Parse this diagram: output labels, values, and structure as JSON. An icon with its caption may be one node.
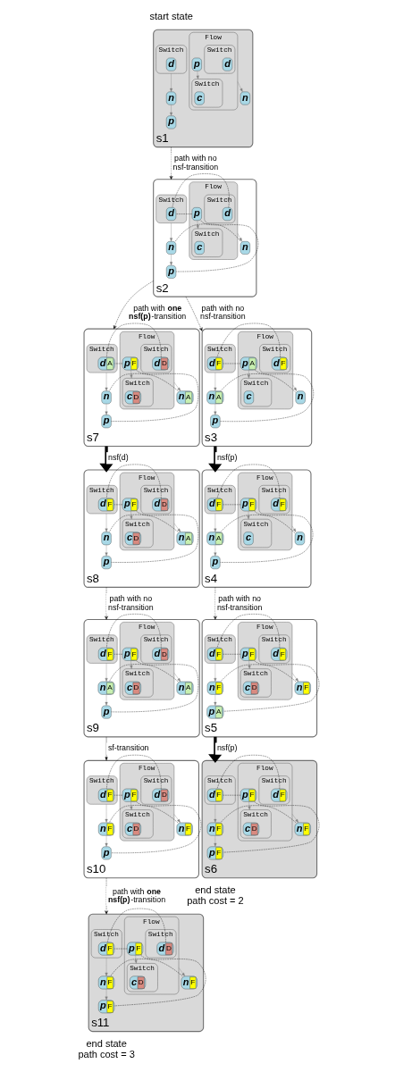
{
  "diagram": {
    "nodes": [
      {
        "text": [
          "s1"
        ],
        "beside": [
          "start state"
        ]
      },
      {
        "text": [
          "Flow"
        ],
        "in": 0
      },
      {
        "text": [
          "Switch"
        ],
        "in": 1
      },
      {
        "text": [
          "d"
        ],
        "in": 2
      },
      {
        "text": [
          "p"
        ],
        "in": 1
      },
      {
        "text": [
          "Switch"
        ],
        "in": 1
      },
      {
        "text": [
          "c"
        ],
        "in": 5
      },
      {
        "text": [
          "n"
        ],
        "in": 0
      },
      {
        "text": [
          "Switch"
        ],
        "in": 0
      },
      {
        "text": [
          "d"
        ],
        "in": 8
      },
      {
        "text": [
          "n"
        ],
        "in": 0
      },
      {
        "text": [
          "p"
        ],
        "in": 0
      },
      {
        "text": [
          "s2"
        ]
      },
      {
        "text": [
          "Flow"
        ],
        "in": 12
      },
      {
        "text": [
          "Switch"
        ],
        "in": 13
      },
      {
        "text": [
          "d"
        ],
        "in": 14
      },
      {
        "text": [
          "p"
        ],
        "in": 13
      },
      {
        "text": [
          "Switch"
        ],
        "in": 13
      },
      {
        "text": [
          "c"
        ],
        "in": 17
      },
      {
        "text": [
          "n"
        ],
        "in": 12
      },
      {
        "text": [
          "Switch"
        ],
        "in": 12
      },
      {
        "text": [
          "d"
        ],
        "in": 20
      },
      {
        "text": [
          "n"
        ],
        "in": 12
      },
      {
        "text": [
          "p"
        ],
        "in": 12
      },
      {
        "text": [
          "s7"
        ]
      },
      {
        "text": [
          "Flow"
        ],
        "in": 24
      },
      {
        "text": [
          "Switch"
        ],
        "in": 25
      },
      {
        "text": [
          "d",
          "D"
        ],
        "in": 26
      },
      {
        "text": [
          "p",
          "F"
        ],
        "in": 25
      },
      {
        "text": [
          "Switch"
        ],
        "in": 25
      },
      {
        "text": [
          "c",
          "D"
        ],
        "in": 29
      },
      {
        "text": [
          "n",
          "A"
        ],
        "in": 24
      },
      {
        "text": [
          "Switch"
        ],
        "in": 24
      },
      {
        "text": [
          "d",
          "A"
        ],
        "in": 32
      },
      {
        "text": [
          "n"
        ],
        "in": 24
      },
      {
        "text": [
          "p"
        ],
        "in": 24
      },
      {
        "text": [
          "s3"
        ]
      },
      {
        "text": [
          "Flow"
        ],
        "in": 36
      },
      {
        "text": [
          "Switch"
        ],
        "in": 37
      },
      {
        "text": [
          "d",
          "F"
        ],
        "in": 38
      },
      {
        "text": [
          "p",
          "A"
        ],
        "in": 37
      },
      {
        "text": [
          "Switch"
        ],
        "in": 37
      },
      {
        "text": [
          "c"
        ],
        "in": 41
      },
      {
        "text": [
          "n"
        ],
        "in": 36
      },
      {
        "text": [
          "Switch"
        ],
        "in": 36
      },
      {
        "text": [
          "d",
          "F"
        ],
        "in": 44
      },
      {
        "text": [
          "n",
          "A"
        ],
        "in": 36
      },
      {
        "text": [
          "p"
        ],
        "in": 36
      },
      {
        "text": [
          "s8"
        ]
      },
      {
        "text": [
          "Flow"
        ],
        "in": 48
      },
      {
        "text": [
          "Switch"
        ],
        "in": 49
      },
      {
        "text": [
          "d",
          "D"
        ],
        "in": 50
      },
      {
        "text": [
          "p",
          "F"
        ],
        "in": 49
      },
      {
        "text": [
          "Switch"
        ],
        "in": 49
      },
      {
        "text": [
          "c",
          "D"
        ],
        "in": 53
      },
      {
        "text": [
          "n",
          "A"
        ],
        "in": 48
      },
      {
        "text": [
          "Switch"
        ],
        "in": 48
      },
      {
        "text": [
          "d",
          "F"
        ],
        "in": 56
      },
      {
        "text": [
          "n"
        ],
        "in": 48
      },
      {
        "text": [
          "p"
        ],
        "in": 48
      },
      {
        "text": [
          "s4"
        ]
      },
      {
        "text": [
          "Flow"
        ],
        "in": 60
      },
      {
        "text": [
          "Switch"
        ],
        "in": 61
      },
      {
        "text": [
          "d",
          "F"
        ],
        "in": 62
      },
      {
        "text": [
          "p",
          "F"
        ],
        "in": 61
      },
      {
        "text": [
          "Switch"
        ],
        "in": 61
      },
      {
        "text": [
          "c"
        ],
        "in": 65
      },
      {
        "text": [
          "n"
        ],
        "in": 60
      },
      {
        "text": [
          "Switch"
        ],
        "in": 60
      },
      {
        "text": [
          "d",
          "F"
        ],
        "in": 68
      },
      {
        "text": [
          "n",
          "A"
        ],
        "in": 60
      },
      {
        "text": [
          "p"
        ],
        "in": 60
      },
      {
        "text": [
          "s9"
        ]
      },
      {
        "text": [
          "Flow"
        ],
        "in": 72
      },
      {
        "text": [
          "Switch"
        ],
        "in": 73
      },
      {
        "text": [
          "d",
          "D"
        ],
        "in": 74
      },
      {
        "text": [
          "p",
          "F"
        ],
        "in": 73
      },
      {
        "text": [
          "Switch"
        ],
        "in": 73
      },
      {
        "text": [
          "c",
          "D"
        ],
        "in": 77
      },
      {
        "text": [
          "n",
          "A"
        ],
        "in": 72
      },
      {
        "text": [
          "Switch"
        ],
        "in": 72
      },
      {
        "text": [
          "d",
          "F"
        ],
        "in": 80
      },
      {
        "text": [
          "n",
          "A"
        ],
        "in": 72
      },
      {
        "text": [
          "p"
        ],
        "in": 72
      },
      {
        "text": [
          "s5"
        ]
      },
      {
        "text": [
          "Flow"
        ],
        "in": 84
      },
      {
        "text": [
          "Switch"
        ],
        "in": 85
      },
      {
        "text": [
          "d",
          "F"
        ],
        "in": 86
      },
      {
        "text": [
          "p",
          "F"
        ],
        "in": 85
      },
      {
        "text": [
          "Switch"
        ],
        "in": 85
      },
      {
        "text": [
          "c",
          "D"
        ],
        "in": 89
      },
      {
        "text": [
          "n",
          "F"
        ],
        "in": 84
      },
      {
        "text": [
          "Switch"
        ],
        "in": 84
      },
      {
        "text": [
          "d",
          "F"
        ],
        "in": 92
      },
      {
        "text": [
          "n",
          "F"
        ],
        "in": 84
      },
      {
        "text": [
          "p",
          "A"
        ],
        "in": 84
      },
      {
        "text": [
          "s10"
        ]
      },
      {
        "text": [
          "Flow"
        ],
        "in": 96
      },
      {
        "text": [
          "Switch"
        ],
        "in": 97
      },
      {
        "text": [
          "d",
          "D"
        ],
        "in": 98
      },
      {
        "text": [
          "p",
          "F"
        ],
        "in": 97
      },
      {
        "text": [
          "Switch"
        ],
        "in": 97
      },
      {
        "text": [
          "c",
          "D"
        ],
        "in": 101
      },
      {
        "text": [
          "n",
          "F"
        ],
        "in": 96
      },
      {
        "text": [
          "Switch"
        ],
        "in": 96
      },
      {
        "text": [
          "d",
          "F"
        ],
        "in": 104
      },
      {
        "text": [
          "n",
          "F"
        ],
        "in": 96
      },
      {
        "text": [
          "p"
        ],
        "in": 96
      },
      {
        "text": [
          "s6"
        ],
        "beside": [
          "end state",
          "path cost = 2"
        ]
      },
      {
        "text": [
          "Flow"
        ],
        "in": 108
      },
      {
        "text": [
          "Switch"
        ],
        "in": 109
      },
      {
        "text": [
          "d",
          "F"
        ],
        "in": 110
      },
      {
        "text": [
          "p",
          "F"
        ],
        "in": 109
      },
      {
        "text": [
          "Switch"
        ],
        "in": 109
      },
      {
        "text": [
          "c",
          "D"
        ],
        "in": 113
      },
      {
        "text": [
          "n",
          "F"
        ],
        "in": 108
      },
      {
        "text": [
          "Switch"
        ],
        "in": 108
      },
      {
        "text": [
          "d",
          "F"
        ],
        "in": 116
      },
      {
        "text": [
          "n",
          "F"
        ],
        "in": 108
      },
      {
        "text": [
          "p",
          "F"
        ],
        "in": 108
      },
      {
        "text": [
          "s11"
        ],
        "beside": [
          "end state",
          "path cost = 3"
        ]
      },
      {
        "text": [
          "Flow"
        ],
        "in": 120
      },
      {
        "text": [
          "Switch"
        ],
        "in": 121
      },
      {
        "text": [
          "d",
          "D"
        ],
        "in": 122
      },
      {
        "text": [
          "p",
          "F"
        ],
        "in": 121
      },
      {
        "text": [
          "Switch"
        ],
        "in": 121
      },
      {
        "text": [
          "c",
          "D"
        ],
        "in": 125
      },
      {
        "text": [
          "n",
          "F"
        ],
        "in": 120
      },
      {
        "text": [
          "Switch"
        ],
        "in": 120
      },
      {
        "text": [
          "d",
          "F"
        ],
        "in": 128
      },
      {
        "text": [
          "n",
          "F"
        ],
        "in": 120
      },
      {
        "text": [
          "p",
          "F"
        ],
        "in": 120
      }
    ],
    "edges": [
      {
        "from": 4,
        "to": 5,
        "arrow": "to",
        "color": "#808080"
      },
      {
        "from": 1,
        "to": 7,
        "arrow": "to",
        "color": "#808080"
      },
      {
        "from": 8,
        "to": 10,
        "arrow": "to",
        "color": "#808080"
      },
      {
        "from": 10,
        "to": 11,
        "arrow": "to",
        "color": "#808080"
      },
      {
        "from": 16,
        "to": 17,
        "arrow": "to",
        "color": "#808080"
      },
      {
        "from": 13,
        "to": 19,
        "arrow": "to",
        "color": "#808080"
      },
      {
        "from": 20,
        "to": 22,
        "arrow": "to",
        "color": "#808080"
      },
      {
        "from": 22,
        "to": 23,
        "arrow": "to",
        "color": "#808080"
      },
      {
        "from": 15,
        "to": 21,
        "arrow": "none",
        "style": "dashed"
      },
      {
        "from": 16,
        "to": 21,
        "arrow": "none",
        "style": "dashed"
      },
      {
        "from": 16,
        "to": 23,
        "arrow": "none",
        "style": "dashed"
      },
      {
        "from": 19,
        "to": 22,
        "arrow": "none",
        "style": "dashed"
      },
      {
        "from": 28,
        "to": 29,
        "arrow": "to",
        "color": "#808080"
      },
      {
        "from": 25,
        "to": 31,
        "arrow": "to",
        "color": "#808080"
      },
      {
        "from": 32,
        "to": 34,
        "arrow": "to",
        "color": "#808080"
      },
      {
        "from": 34,
        "to": 35,
        "arrow": "to",
        "color": "#808080"
      },
      {
        "from": 27,
        "to": 33,
        "arrow": "none",
        "style": "dashed"
      },
      {
        "from": 28,
        "to": 33,
        "arrow": "none",
        "style": "dashed"
      },
      {
        "from": 28,
        "to": 35,
        "arrow": "none",
        "style": "dashed"
      },
      {
        "from": 31,
        "to": 34,
        "arrow": "none",
        "style": "dashed"
      },
      {
        "from": 40,
        "to": 41,
        "arrow": "to",
        "color": "#808080"
      },
      {
        "from": 37,
        "to": 43,
        "arrow": "to",
        "color": "#808080"
      },
      {
        "from": 44,
        "to": 46,
        "arrow": "to",
        "color": "#808080"
      },
      {
        "from": 46,
        "to": 47,
        "arrow": "to",
        "color": "#808080"
      },
      {
        "from": 39,
        "to": 45,
        "arrow": "none",
        "style": "dashed"
      },
      {
        "from": 40,
        "to": 45,
        "arrow": "none",
        "style": "dashed"
      },
      {
        "from": 40,
        "to": 47,
        "arrow": "none",
        "style": "dashed"
      },
      {
        "from": 43,
        "to": 46,
        "arrow": "none",
        "style": "dashed"
      },
      {
        "from": 52,
        "to": 53,
        "arrow": "to",
        "color": "#808080"
      },
      {
        "from": 49,
        "to": 55,
        "arrow": "to",
        "color": "#808080"
      },
      {
        "from": 56,
        "to": 58,
        "arrow": "to",
        "color": "#808080"
      },
      {
        "from": 58,
        "to": 59,
        "arrow": "to",
        "color": "#808080"
      },
      {
        "from": 51,
        "to": 57,
        "arrow": "none",
        "style": "dashed"
      },
      {
        "from": 52,
        "to": 57,
        "arrow": "none",
        "style": "dashed"
      },
      {
        "from": 52,
        "to": 59,
        "arrow": "none",
        "style": "dashed"
      },
      {
        "from": 55,
        "to": 58,
        "arrow": "none",
        "style": "dashed"
      },
      {
        "from": 64,
        "to": 65,
        "arrow": "to",
        "color": "#808080"
      },
      {
        "from": 61,
        "to": 67,
        "arrow": "to",
        "color": "#808080"
      },
      {
        "from": 68,
        "to": 70,
        "arrow": "to",
        "color": "#808080"
      },
      {
        "from": 70,
        "to": 71,
        "arrow": "to",
        "color": "#808080"
      },
      {
        "from": 63,
        "to": 69,
        "arrow": "none",
        "style": "dashed"
      },
      {
        "from": 64,
        "to": 69,
        "arrow": "none",
        "style": "dashed"
      },
      {
        "from": 64,
        "to": 71,
        "arrow": "none",
        "style": "dashed"
      },
      {
        "from": 67,
        "to": 70,
        "arrow": "none",
        "style": "dashed"
      },
      {
        "from": 76,
        "to": 77,
        "arrow": "to",
        "color": "#808080"
      },
      {
        "from": 73,
        "to": 79,
        "arrow": "to",
        "color": "#808080"
      },
      {
        "from": 80,
        "to": 82,
        "arrow": "to",
        "color": "#808080"
      },
      {
        "from": 82,
        "to": 83,
        "arrow": "to",
        "color": "#808080"
      },
      {
        "from": 75,
        "to": 81,
        "arrow": "none",
        "style": "dashed"
      },
      {
        "from": 76,
        "to": 81,
        "arrow": "none",
        "style": "dashed"
      },
      {
        "from": 76,
        "to": 83,
        "arrow": "none",
        "style": "dashed"
      },
      {
        "from": 79,
        "to": 82,
        "arrow": "none",
        "style": "dashed"
      },
      {
        "from": 88,
        "to": 89,
        "arrow": "to",
        "color": "#808080"
      },
      {
        "from": 85,
        "to": 91,
        "arrow": "to",
        "color": "#808080"
      },
      {
        "from": 92,
        "to": 94,
        "arrow": "to",
        "color": "#808080"
      },
      {
        "from": 94,
        "to": 95,
        "arrow": "to",
        "color": "#808080"
      },
      {
        "from": 87,
        "to": 93,
        "arrow": "none",
        "style": "dashed"
      },
      {
        "from": 88,
        "to": 93,
        "arrow": "none",
        "style": "dashed"
      },
      {
        "from": 88,
        "to": 95,
        "arrow": "none",
        "style": "dashed"
      },
      {
        "from": 91,
        "to": 94,
        "arrow": "none",
        "style": "dashed"
      },
      {
        "from": 100,
        "to": 101,
        "arrow": "to",
        "color": "#808080"
      },
      {
        "from": 97,
        "to": 103,
        "arrow": "to",
        "color": "#808080"
      },
      {
        "from": 104,
        "to": 106,
        "arrow": "to",
        "color": "#808080"
      },
      {
        "from": 106,
        "to": 107,
        "arrow": "to",
        "color": "#808080"
      },
      {
        "from": 99,
        "to": 105,
        "arrow": "none",
        "style": "dashed"
      },
      {
        "from": 100,
        "to": 105,
        "arrow": "none",
        "style": "dashed"
      },
      {
        "from": 100,
        "to": 107,
        "arrow": "none",
        "style": "dashed"
      },
      {
        "from": 103,
        "to": 106,
        "arrow": "none",
        "style": "dashed"
      },
      {
        "from": 112,
        "to": 113,
        "arrow": "to",
        "color": "#808080"
      },
      {
        "from": 109,
        "to": 115,
        "arrow": "to",
        "color": "#808080"
      },
      {
        "from": 116,
        "to": 118,
        "arrow": "to",
        "color": "#808080"
      },
      {
        "from": 118,
        "to": 119,
        "arrow": "to",
        "color": "#808080"
      },
      {
        "from": 111,
        "to": 117,
        "arrow": "none",
        "style": "dashed"
      },
      {
        "from": 112,
        "to": 117,
        "arrow": "none",
        "style": "dashed"
      },
      {
        "from": 112,
        "to": 119,
        "arrow": "none",
        "style": "dashed"
      },
      {
        "from": 115,
        "to": 118,
        "arrow": "none",
        "style": "dashed"
      },
      {
        "from": 124,
        "to": 125,
        "arrow": "to",
        "color": "#808080"
      },
      {
        "from": 121,
        "to": 127,
        "arrow": "to",
        "color": "#808080"
      },
      {
        "from": 128,
        "to": 130,
        "arrow": "to",
        "color": "#808080"
      },
      {
        "from": 130,
        "to": 131,
        "arrow": "to",
        "color": "#808080"
      },
      {
        "from": 123,
        "to": 129,
        "arrow": "none",
        "style": "dashed"
      },
      {
        "from": 124,
        "to": 129,
        "arrow": "none",
        "style": "dashed"
      },
      {
        "from": 124,
        "to": 131,
        "arrow": "none",
        "style": "dashed"
      },
      {
        "from": 127,
        "to": 130,
        "arrow": "none",
        "style": "dashed"
      },
      {
        "from": 0,
        "to": 12,
        "arrow": "to",
        "style": "dashed",
        "label": "path with no nsf-transition"
      },
      {
        "from": 12,
        "to": 24,
        "arrow": "to",
        "style": "dashed",
        "label": "path with **one** **nsf(p)**-transition"
      },
      {
        "from": 12,
        "to": 36,
        "arrow": "to",
        "style": "dashed",
        "label": "path with no nsf-transition"
      },
      {
        "from": 24,
        "to": 48,
        "arrow": "to",
        "style": "thick",
        "label": "nsf(d)"
      },
      {
        "from": 36,
        "to": 60,
        "arrow": "to",
        "style": "thick",
        "label": "nsf(p)"
      },
      {
        "from": 48,
        "to": 72,
        "arrow": "to",
        "style": "dashed",
        "label": "path with no nsf-transition"
      },
      {
        "from": 60,
        "to": 84,
        "arrow": "to",
        "style": "dashed",
        "label": "path with no nsf-transition"
      },
      {
        "from": 72,
        "to": 96,
        "arrow": "to",
        "label": "sf-transition"
      },
      {
        "from": 84,
        "to": 108,
        "arrow": "to",
        "style": "thick",
        "label": "nsf(p)"
      },
      {
        "from": 96,
        "to": 120,
        "arrow": "to",
        "style": "dashed",
        "label": "path with **one** **nsf(p)**-transition"
      }
    ]
  }
}
